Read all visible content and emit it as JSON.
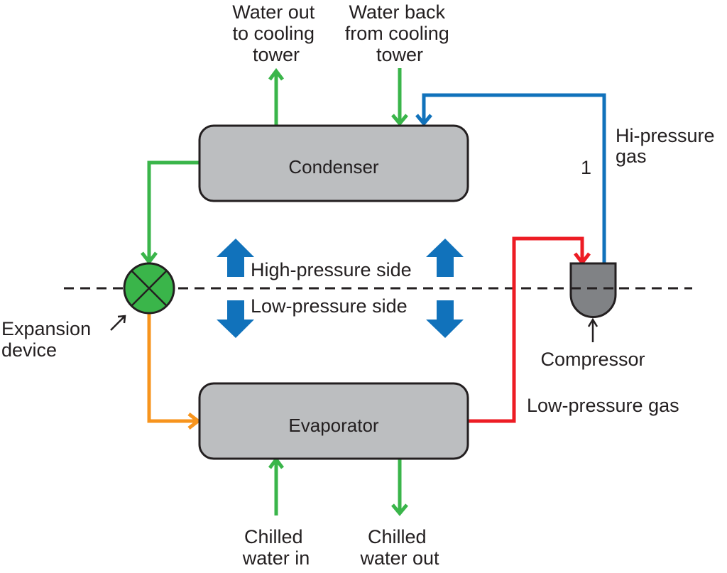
{
  "components": {
    "condenser": "Condenser",
    "evaporator": "Evaporator"
  },
  "labels": {
    "water_out_tower": [
      "Water out",
      "to cooling",
      "tower"
    ],
    "water_back_tower": [
      "Water back",
      "from cooling",
      "tower"
    ],
    "hi_pressure_gas": [
      "Hi-pressure",
      "gas"
    ],
    "line_number": "1",
    "high_pressure_side": "High-pressure side",
    "low_pressure_side": "Low-pressure side",
    "expansion_device": [
      "Expansion",
      "device"
    ],
    "compressor": "Compressor",
    "low_pressure_gas": "Low-pressure gas",
    "chilled_water_in": [
      "Chilled",
      "water in"
    ],
    "chilled_water_out": [
      "Chilled",
      "water out"
    ]
  },
  "colors": {
    "water_line": "#3ab54a",
    "hi_pressure_gas": "#1172bb",
    "low_pressure_gas": "#ed1c24",
    "liquid_low_pressure": "#f7941d",
    "component_fill": "#bcbec0",
    "compressor_fill": "#808285",
    "expansion_fill": "#3ab54a",
    "pressure_arrows": "#1172bb"
  }
}
